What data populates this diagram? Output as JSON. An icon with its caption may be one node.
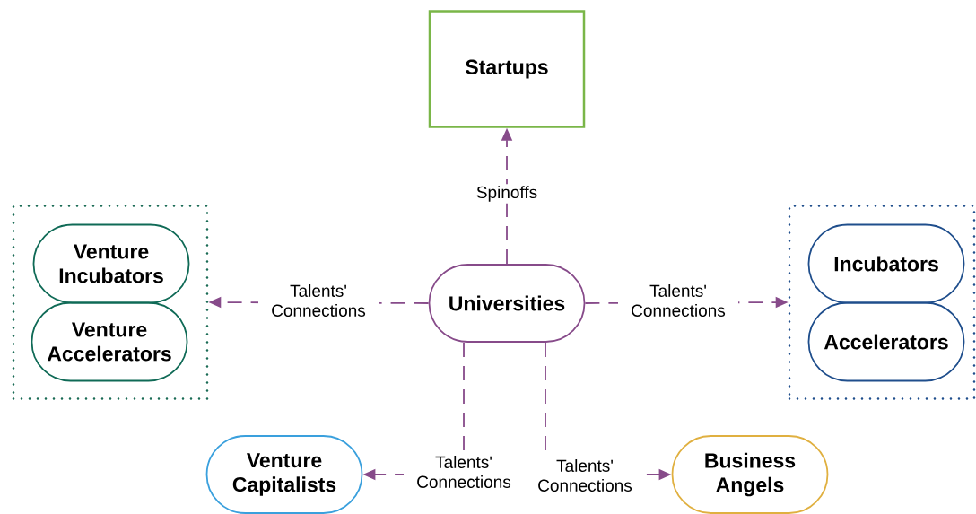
{
  "diagram": {
    "nodes": [
      {
        "text": [
          "Startups"
        ]
      },
      {
        "text": [],
        "shape": "box"
      },
      {
        "text": [
          "Venture Incubators"
        ],
        "in": 1
      },
      {
        "text": [
          "Venture Accelerators"
        ],
        "in": 1
      },
      {
        "text": [
          "Universities"
        ]
      },
      {
        "text": [],
        "shape": "box"
      },
      {
        "text": [
          "Incubators"
        ],
        "in": 5
      },
      {
        "text": [
          "Accelerators"
        ],
        "in": 5
      },
      {
        "text": [
          "Venture Capitalists"
        ]
      },
      {
        "text": [
          "Business Angels"
        ]
      }
    ],
    "edges": [
      {
        "from": 4,
        "to": 0,
        "arrow": "to",
        "label": "Spinoffs",
        "style": "dashed"
      },
      {
        "from": 4,
        "to": 1,
        "arrow": "to",
        "label": "Talents' Connections",
        "style": "dashed"
      },
      {
        "from": 4,
        "to": 5,
        "arrow": "to",
        "label": "Talents' Connections",
        "style": "dashed"
      },
      {
        "from": 4,
        "to": 8,
        "arrow": "to",
        "label": "Talents' Connections",
        "style": "dashed"
      },
      {
        "from": 4,
        "to": 9,
        "arrow": "to",
        "label": "Talents' Connections",
        "style": "dashed"
      }
    ]
  }
}
